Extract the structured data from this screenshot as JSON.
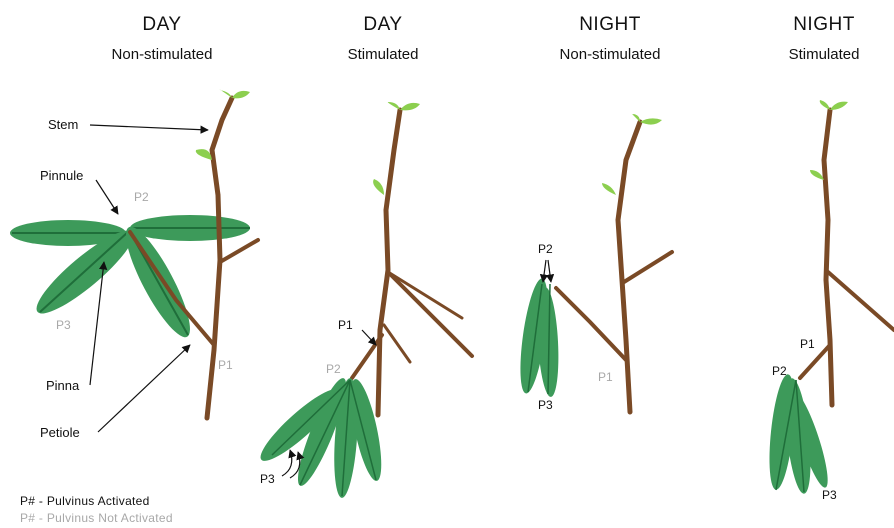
{
  "panels": [
    {
      "title": "DAY",
      "subtitle": "Non-stimulated"
    },
    {
      "title": "DAY",
      "subtitle": "Stimulated"
    },
    {
      "title": "NIGHT",
      "subtitle": "Non-stimulated"
    },
    {
      "title": "NIGHT",
      "subtitle": "Stimulated"
    }
  ],
  "labels": {
    "stem": "Stem",
    "pinnule": "Pinnule",
    "pinna": "Pinna",
    "petiole": "Petiole"
  },
  "pulvini": {
    "p1": "P1",
    "p2": "P2",
    "p3": "P3"
  },
  "legend": {
    "activated": "P# - Pulvinus Activated",
    "not_activated": "P# - Pulvinus Not Activated"
  },
  "colors": {
    "stem": "#7a4a26",
    "leaf": "#3d9a5a",
    "leaf_dark": "#1f6e3a",
    "bud": "#8ccf4f",
    "active_text": "#111111",
    "inactive_text": "#a8a8a8"
  }
}
